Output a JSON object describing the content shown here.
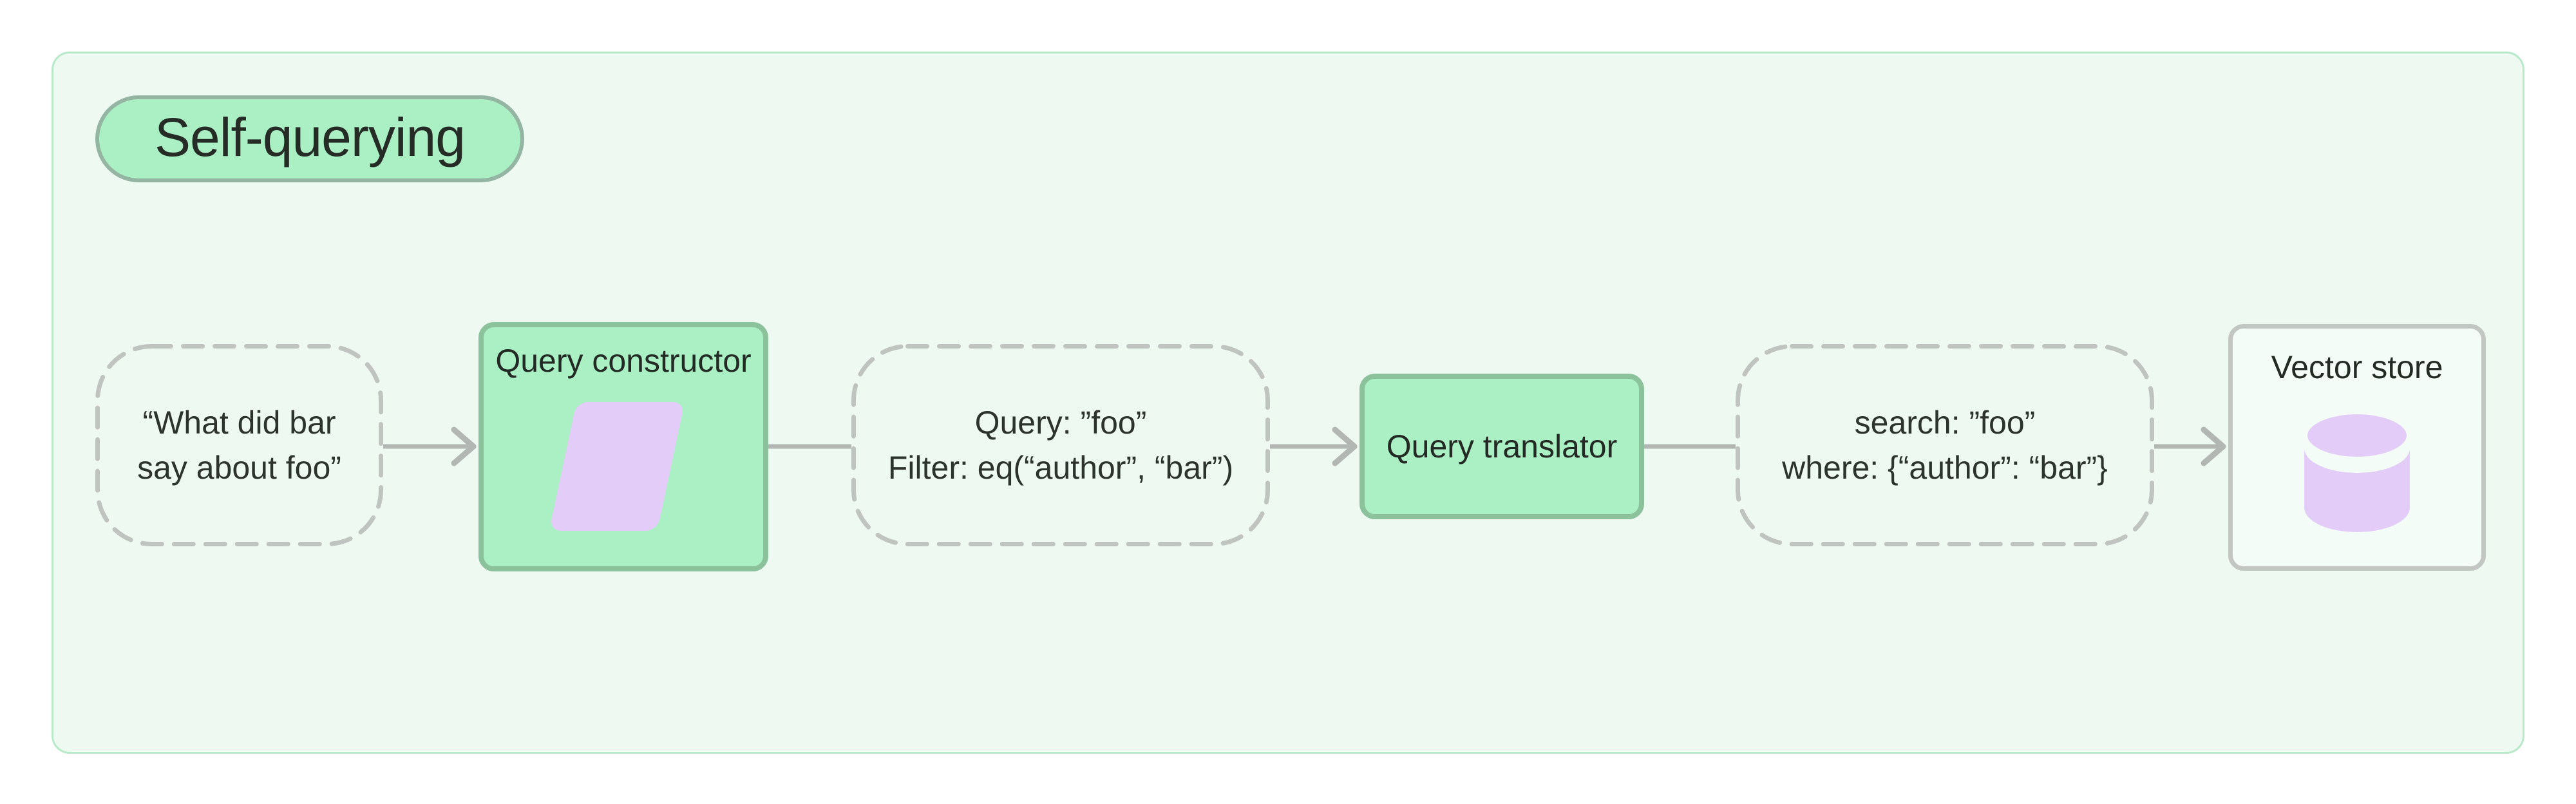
{
  "title": "Self-querying",
  "colors": {
    "page_bg": "#ffffff",
    "panel_bg": "#eef9f2",
    "panel_border": "#b8eac9",
    "mint_fill": "#abefc4",
    "mint_border": "#8bc29c",
    "pill_border": "#94b5a1",
    "dashed_border": "#c0c4c0",
    "connector": "#b3b7b3",
    "purple": "#e3cdf8",
    "vector_bg": "#f3fcf6",
    "vector_border": "#c3c7c4",
    "text_dark": "#2a322b"
  },
  "nodes": {
    "user_query": {
      "line1": "“What did bar",
      "line2": "say about foo”"
    },
    "query_constructor": {
      "label": "Query constructor",
      "icon": "parallelogram-icon"
    },
    "structured_query": {
      "line1": "Query: ”foo”",
      "line2": "Filter: eq(“author”, “bar”)"
    },
    "query_translator": {
      "label": "Query translator"
    },
    "translated_query": {
      "line1": "search: ”foo”",
      "line2": "where: {“author”: “bar”}"
    },
    "vector_store": {
      "label": "Vector store",
      "icon": "database-icon"
    }
  }
}
